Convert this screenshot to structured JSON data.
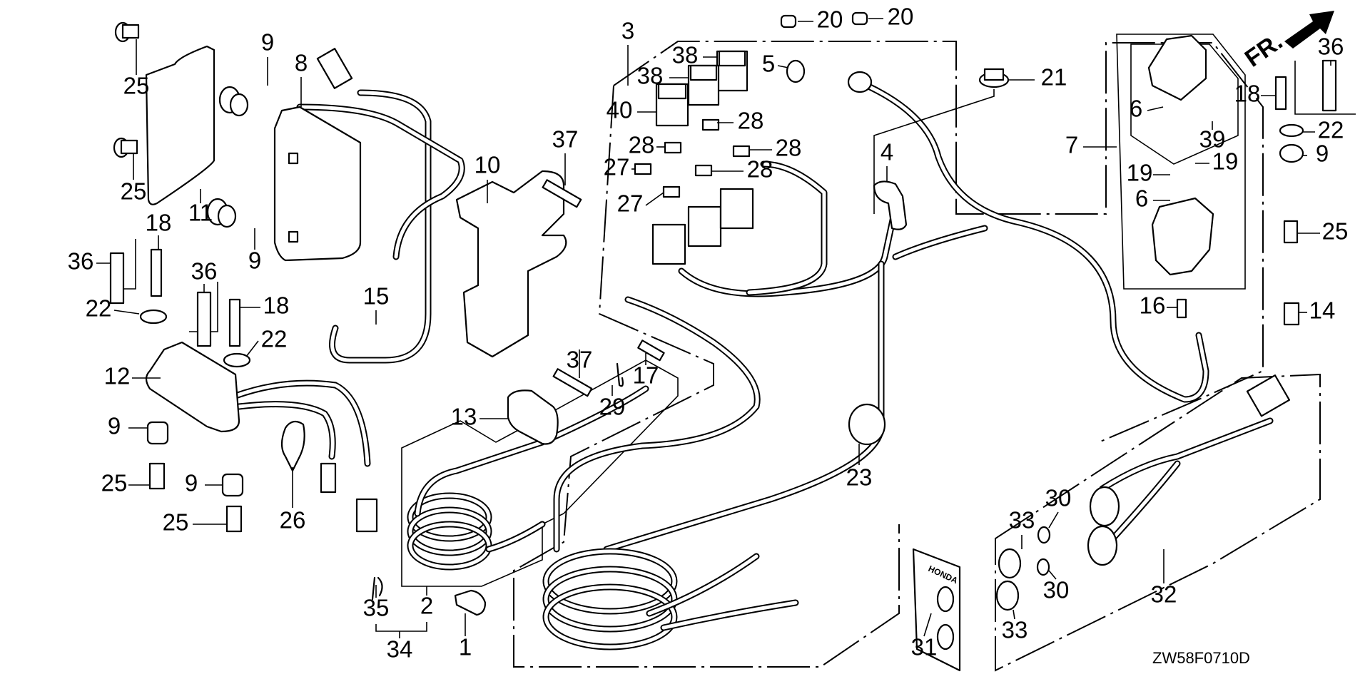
{
  "diagram": {
    "title": "Wire harness / control panel exploded parts diagram",
    "diagram_code": "ZW58F0710D",
    "direction_indicator": "FR.",
    "panel_brand": "HONDA",
    "callouts": [
      {
        "id": "c25a",
        "label": "25"
      },
      {
        "id": "c25b",
        "label": "25"
      },
      {
        "id": "c11",
        "label": "11"
      },
      {
        "id": "c9a",
        "label": "9"
      },
      {
        "id": "c8",
        "label": "8"
      },
      {
        "id": "c9b",
        "label": "9"
      },
      {
        "id": "c18a",
        "label": "18"
      },
      {
        "id": "c36a",
        "label": "36"
      },
      {
        "id": "c22a",
        "label": "22"
      },
      {
        "id": "c36b",
        "label": "36"
      },
      {
        "id": "c18b",
        "label": "18"
      },
      {
        "id": "c22b",
        "label": "22"
      },
      {
        "id": "c15",
        "label": "15"
      },
      {
        "id": "c12",
        "label": "12"
      },
      {
        "id": "c9c",
        "label": "9"
      },
      {
        "id": "c25c",
        "label": "25"
      },
      {
        "id": "c9d",
        "label": "9"
      },
      {
        "id": "c25d",
        "label": "25"
      },
      {
        "id": "c26",
        "label": "26"
      },
      {
        "id": "c35",
        "label": "35"
      },
      {
        "id": "c2",
        "label": "2"
      },
      {
        "id": "c34",
        "label": "34"
      },
      {
        "id": "c1",
        "label": "1"
      },
      {
        "id": "c10",
        "label": "10"
      },
      {
        "id": "c37a",
        "label": "37"
      },
      {
        "id": "c37b",
        "label": "37"
      },
      {
        "id": "c13",
        "label": "13"
      },
      {
        "id": "c29",
        "label": "29"
      },
      {
        "id": "c17",
        "label": "17"
      },
      {
        "id": "c3",
        "label": "3"
      },
      {
        "id": "c38a",
        "label": "38"
      },
      {
        "id": "c38b",
        "label": "38"
      },
      {
        "id": "c40",
        "label": "40"
      },
      {
        "id": "c28a",
        "label": "28"
      },
      {
        "id": "c28b",
        "label": "28"
      },
      {
        "id": "c28c",
        "label": "28"
      },
      {
        "id": "c27a",
        "label": "27"
      },
      {
        "id": "c28d",
        "label": "28"
      },
      {
        "id": "c27b",
        "label": "27"
      },
      {
        "id": "c5",
        "label": "5"
      },
      {
        "id": "c20a",
        "label": "20"
      },
      {
        "id": "c20b",
        "label": "20"
      },
      {
        "id": "c21",
        "label": "21"
      },
      {
        "id": "c4",
        "label": "4"
      },
      {
        "id": "c23",
        "label": "23"
      },
      {
        "id": "c7",
        "label": "7"
      },
      {
        "id": "c6a",
        "label": "6"
      },
      {
        "id": "c39",
        "label": "39"
      },
      {
        "id": "c19a",
        "label": "19"
      },
      {
        "id": "c19b",
        "label": "19"
      },
      {
        "id": "c6b",
        "label": "6"
      },
      {
        "id": "c9e",
        "label": "9"
      },
      {
        "id": "c22c",
        "label": "22"
      },
      {
        "id": "c18c",
        "label": "18"
      },
      {
        "id": "c36c",
        "label": "36"
      },
      {
        "id": "c25e",
        "label": "25"
      },
      {
        "id": "c16",
        "label": "16"
      },
      {
        "id": "c14",
        "label": "14"
      },
      {
        "id": "c33a",
        "label": "33"
      },
      {
        "id": "c30a",
        "label": "30"
      },
      {
        "id": "c30b",
        "label": "30"
      },
      {
        "id": "c33b",
        "label": "33"
      },
      {
        "id": "c31",
        "label": "31"
      },
      {
        "id": "c32",
        "label": "32"
      }
    ]
  }
}
